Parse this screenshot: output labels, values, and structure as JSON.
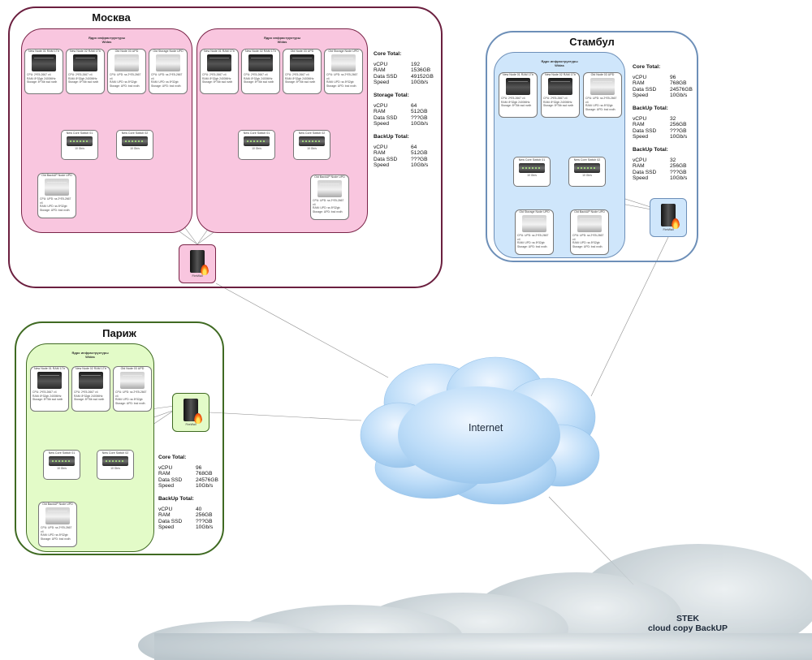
{
  "colors": {
    "moscow_border": "#6b1f3f",
    "moscow_cluster_fill": "#f9c6df",
    "moscow_cluster_border": "#7a2448",
    "istanbul_border": "#6d8fb8",
    "istanbul_cluster_fill": "#cfe6fb",
    "paris_border": "#3f6a22",
    "paris_cluster_fill": "#e3fbc8",
    "internet_cloud": "#a9cff3",
    "backup_cloud": "#b3c0c6",
    "link_line": "#8f8f8f"
  },
  "sites": {
    "moscow": {
      "title": "Москва",
      "clusters": [
        {
          "label_line1": "Ядро инфраструктуры",
          "label_line2": "Widas",
          "nodes": [
            {
              "title": "New Node 01 RAM 1Tb",
              "model": "dark",
              "spec1": "CPU: 2*E5-2667 v4",
              "spec2": "RAM: 8*32gb 2400MHz",
              "spec3": "Storage: 8*T6b ssd nvdh"
            },
            {
              "title": "New Node 02 RAM 1Tb",
              "model": "dark",
              "spec1": "CPU: 2*E5-2667 v4",
              "spec2": "RAM: 8*32gb 2400MHz",
              "spec3": "Storage: 8*T6b ssd nvdh"
            },
            {
              "title": "Old Node 03 UPD",
              "model": "light",
              "spec1": "CPU: UPD: ss 2*E5-2667 v4",
              "spec2": "RAM: UPD: ss 8*32gb",
              "spec3": "Storage: UPD: bxd nvdh"
            },
            {
              "title": "Old Storage Node UPD",
              "model": "light",
              "spec1": "CPU: UPD: ss 2*E5-2667 v4",
              "spec2": "RAM: UPD: ss 8*32gb",
              "spec3": "Storage: UPD: bxd nvdh"
            }
          ],
          "switches": [
            {
              "title": "New Core Switch 01",
              "speed": "10 Gb/s"
            },
            {
              "title": "New Core Switch 02",
              "speed": "10 Gb/s"
            }
          ],
          "backup_node": {
            "title": "Old BackUP Node UPD",
            "model": "light",
            "spec1": "CPU: UPD: ss 2*E5-2667 v4",
            "spec2": "RAM: UPD: ss 8*32gb",
            "spec3": "Storage: UPD: bxd nvdh"
          }
        },
        {
          "label_line1": "Ядро инфраструктуры",
          "label_line2": "Widas",
          "nodes": [
            {
              "title": "New Node 01 RAM 1Tb",
              "model": "dark",
              "spec1": "CPU: 2*E5-2667 v4",
              "spec2": "RAM: 8*32gb 2400MHz",
              "spec3": "Storage: 8*T6b ssd nvdh"
            },
            {
              "title": "New Node 02 RAM 1Tb",
              "model": "dark",
              "spec1": "CPU: 2*E5-2667 v4",
              "spec2": "RAM: 8*32gb 2400MHz",
              "spec3": "Storage: 8*T6b ssd nvdh"
            },
            {
              "title": "Old Node 03 UPD",
              "model": "dark",
              "spec1": "CPU: 2*E5-2667 v4",
              "spec2": "RAM: 8*32gb 2400MHz",
              "spec3": "Storage: 8*T6b ssd nvdh"
            },
            {
              "title": "Old Storage Node UPD",
              "model": "light",
              "spec1": "CPU: UPD: ss 2*E5-2667 v4",
              "spec2": "RAM: UPD: ss 8*32gb",
              "spec3": "Storage: UPD: bxd nvdh"
            }
          ],
          "switches": [
            {
              "title": "New Core Switch 01",
              "speed": "10 Gb/s"
            },
            {
              "title": "New Core Switch 02",
              "speed": "10 Gb/s"
            }
          ],
          "backup_node": {
            "title": "Old BackUP Node UPD",
            "model": "light",
            "spec1": "CPU: UPD: ss 2*E5-2667 v4",
            "spec2": "RAM: UPD: ss 8*32gb",
            "spec3": "Storage: UPD: bxd nvdh"
          }
        }
      ],
      "firewall": {
        "label": "FireWall"
      },
      "totals": [
        {
          "title": "Core Total:",
          "rows": [
            [
              "vCPU",
              "192"
            ],
            [
              "RAM",
              "1536GB"
            ],
            [
              "Data SSD",
              "49152GB"
            ],
            [
              "Speed",
              "10Gb/s"
            ]
          ]
        },
        {
          "title": "Storage Total:",
          "rows": [
            [
              "vCPU",
              "64"
            ],
            [
              "RAM",
              "512GB"
            ],
            [
              "Data SSD",
              "???GB"
            ],
            [
              "Speed",
              "10Gb/s"
            ]
          ]
        },
        {
          "title": "BackUp Total:",
          "rows": [
            [
              "vCPU",
              "64"
            ],
            [
              "RAM",
              "512GB"
            ],
            [
              "Data SSD",
              "???GB"
            ],
            [
              "Speed",
              "10Gb/s"
            ]
          ]
        }
      ]
    },
    "istanbul": {
      "title": "Стамбул",
      "cluster": {
        "label_line1": "Ядро инфраструктуры",
        "label_line2": "Widas",
        "nodes": [
          {
            "title": "New Node 01 RAM 1Tb",
            "model": "dark",
            "spec1": "CPU: 2*E5-2667 v4",
            "spec2": "RAM: 8*32gb 2400MHz",
            "spec3": "Storage: 8*T6b ssd nvdh"
          },
          {
            "title": "New Node 02 RAM 1Tb",
            "model": "dark",
            "spec1": "CPU: 2*E5-2667 v4",
            "spec2": "RAM: 8*32gb 2400MHz",
            "spec3": "Storage: 8*T6b ssd nvdh"
          },
          {
            "title": "Old Node 03 UPD",
            "model": "light",
            "spec1": "CPU: UPD: ss 2*E5-2667 v4",
            "spec2": "RAM: UPD: ss 8*32gb",
            "spec3": "Storage: UPD: bxd nvdh"
          }
        ],
        "switches": [
          {
            "title": "New Core Switch 01",
            "speed": "10 Gb/s"
          },
          {
            "title": "New Core Switch 02",
            "speed": "10 Gb/s"
          }
        ],
        "bottom_nodes": [
          {
            "title": "Old Storage Node UPD",
            "model": "light",
            "spec1": "CPU: UPD: ss 2*E5-2667 v4",
            "spec2": "RAM: UPD: ss 8*32gb",
            "spec3": "Storage: UPD: bxd nvdh"
          },
          {
            "title": "Old BackUP Node UPD",
            "model": "light",
            "spec1": "CPU: UPD: ss 2*E5-2667 v4",
            "spec2": "RAM: UPD: ss 8*32gb",
            "spec3": "Storage: UPD: bxd nvdh"
          }
        ]
      },
      "firewall": {
        "label": "FireWall"
      },
      "totals": [
        {
          "title": "Core Total:",
          "rows": [
            [
              "vCPU",
              "96"
            ],
            [
              "RAM",
              "768GB"
            ],
            [
              "Data SSD",
              "24576GB"
            ],
            [
              "Speed",
              "10Gb/s"
            ]
          ]
        },
        {
          "title": "BackUp Total:",
          "rows": [
            [
              "vCPU",
              "32"
            ],
            [
              "RAM",
              "256GB"
            ],
            [
              "Data SSD",
              "???GB"
            ],
            [
              "Speed",
              "10Gb/s"
            ]
          ]
        },
        {
          "title": "BackUp Total:",
          "rows": [
            [
              "vCPU",
              "32"
            ],
            [
              "RAM",
              "256GB"
            ],
            [
              "Data SSD",
              "???GB"
            ],
            [
              "Speed",
              "10Gb/s"
            ]
          ]
        }
      ]
    },
    "paris": {
      "title": "Париж",
      "cluster": {
        "label_line1": "Ядро инфраструктуры",
        "label_line2": "Widas",
        "nodes": [
          {
            "title": "New Node 01 RAM 1Tb",
            "model": "dark",
            "spec1": "CPU: 2*E5-2667 v4",
            "spec2": "RAM: 8*32gb 2400MHz",
            "spec3": "Storage: 8*T6b ssd nvdh"
          },
          {
            "title": "New Node 02 RAM 1Tb",
            "model": "dark",
            "spec1": "CPU: 2*E5-2667 v4",
            "spec2": "RAM: 8*32gb 2400MHz",
            "spec3": "Storage: 8*T6b ssd nvdh"
          },
          {
            "title": "Old Node 03 UPD",
            "model": "light",
            "spec1": "CPU: UPD: ss 2*E5-2667 v4",
            "spec2": "RAM: UPD: ss 8*32gb",
            "spec3": "Storage: UPD: bxd nvdh"
          }
        ],
        "switches": [
          {
            "title": "New Core Switch 01",
            "speed": "10 Gb/s"
          },
          {
            "title": "New Core Switch 02",
            "speed": "10 Gb/s"
          }
        ],
        "backup_node": {
          "title": "Old BackUP Node UPD",
          "model": "light",
          "spec1": "CPU: UPD: ss 2*E5-2667 v4",
          "spec2": "RAM: UPD: ss 8*32gb",
          "spec3": "Storage: UPD: bxd nvdh"
        }
      },
      "firewall": {
        "label": "FireWall"
      },
      "totals": [
        {
          "title": "Core Total:",
          "rows": [
            [
              "vCPU",
              "96"
            ],
            [
              "RAM",
              "768GB"
            ],
            [
              "Data SSD",
              "24576GB"
            ],
            [
              "Speed",
              "10Gb/s"
            ]
          ]
        },
        {
          "title": "BackUp Total:",
          "rows": [
            [
              "vCPU",
              "40"
            ],
            [
              "RAM",
              "256GB"
            ],
            [
              "Data SSD",
              "???GB"
            ],
            [
              "Speed",
              "10Gb/s"
            ]
          ]
        }
      ]
    }
  },
  "internet": {
    "label": "Internet"
  },
  "stek": {
    "line1": "STEK",
    "line2": "cloud copy BackUP"
  }
}
